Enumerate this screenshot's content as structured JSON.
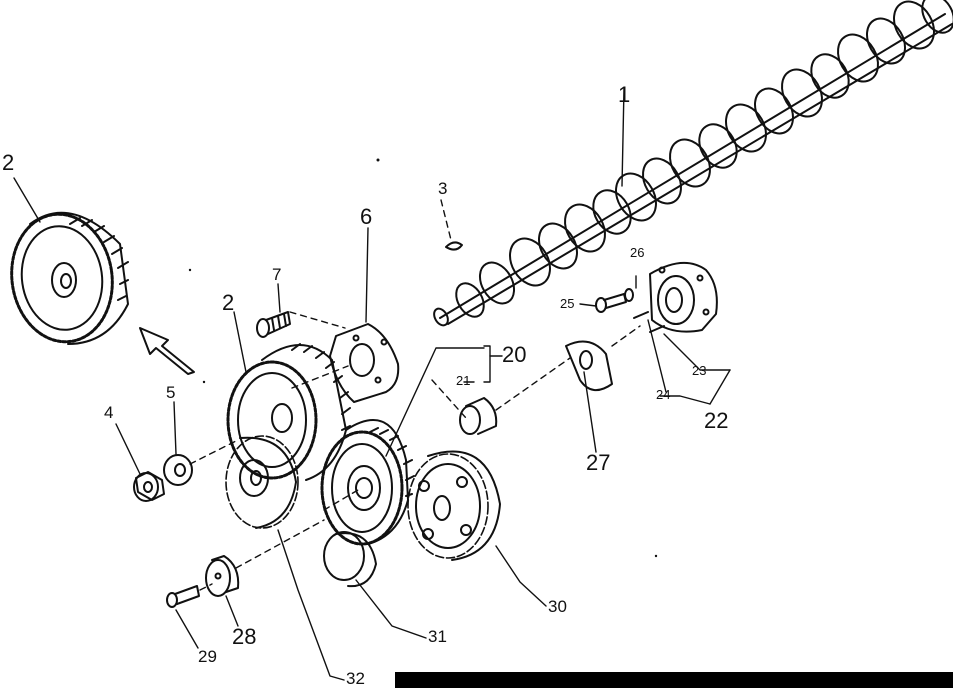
{
  "diagram": {
    "labels": {
      "p1": "1",
      "p2_top": "2",
      "p2_mid": "2",
      "p3": "3",
      "p4": "4",
      "p5": "5",
      "p6": "6",
      "p7": "7",
      "p20": "20",
      "p21": "21",
      "p22": "22",
      "p23": "23",
      "p24": "24",
      "p25": "25",
      "p26": "26",
      "p27": "27",
      "p28": "28",
      "p29": "29",
      "p30": "30",
      "p31": "31",
      "p32": "32"
    }
  }
}
